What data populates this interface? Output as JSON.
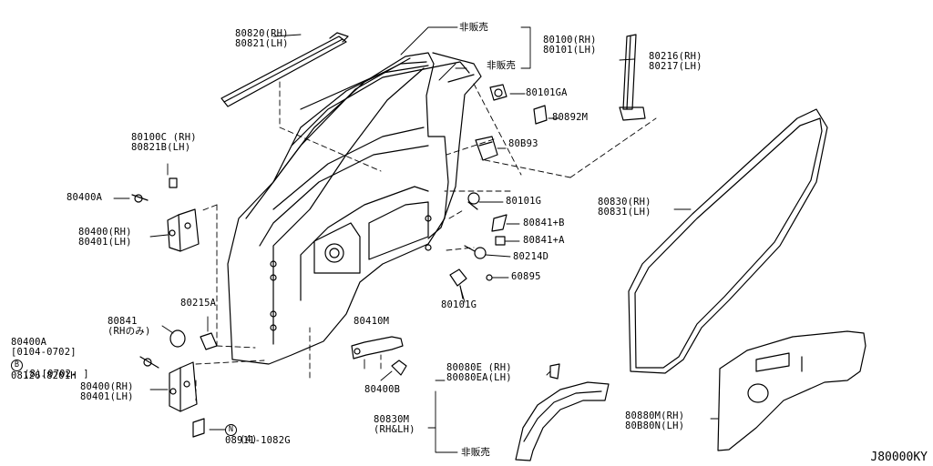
{
  "labels": {
    "p80820": [
      "80820(RH)",
      "80821(LH)"
    ],
    "not_sold_1": "非販売",
    "not_sold_2": "非販売",
    "not_sold_3": "非販売",
    "p80100": [
      "80100(RH)",
      "80101(LH)"
    ],
    "p80216": [
      "80216(RH)",
      "80217(LH)"
    ],
    "p80101GA": "80101GA",
    "p80892M": "80892M",
    "p80893": "80B93",
    "p80100C": [
      "80100C (RH)",
      "80821B(LH)"
    ],
    "p80400A_top": "80400A",
    "p80400_top": [
      "80400(RH)",
      "80401(LH)"
    ],
    "p80101G_top": "80101G",
    "p80841B": "80841+B",
    "p80841A": "80841+A",
    "p80214D": "80214D",
    "p60895": "60895",
    "p80101G_bot": "80101G",
    "p80830": [
      "80830(RH)",
      "80831(LH)"
    ],
    "p80215A": "80215A",
    "p80841": [
      "80841",
      "(RHのみ)"
    ],
    "p80410M": "80410M",
    "p80400A_bot": [
      "80400A",
      "[0104-0702]"
    ],
    "bolt_code": "08126-8201H",
    "bolt_prefix": "B",
    "bolt_qty": "(8)[0702-   ]",
    "p80400_bot": [
      "80400(RH)",
      "80401(LH)"
    ],
    "p80400B": "80400B",
    "p80080E": [
      "80080E (RH)",
      "80080EA(LH)"
    ],
    "p80830M": [
      "80830M",
      "(RH&LH)"
    ],
    "nut_code": "08911-1082G",
    "nut_prefix": "N",
    "nut_qty": "(4)",
    "p80880M": [
      "80880M(RH)",
      "80B80N(LH)"
    ]
  },
  "diagram_code": "J80000KY"
}
